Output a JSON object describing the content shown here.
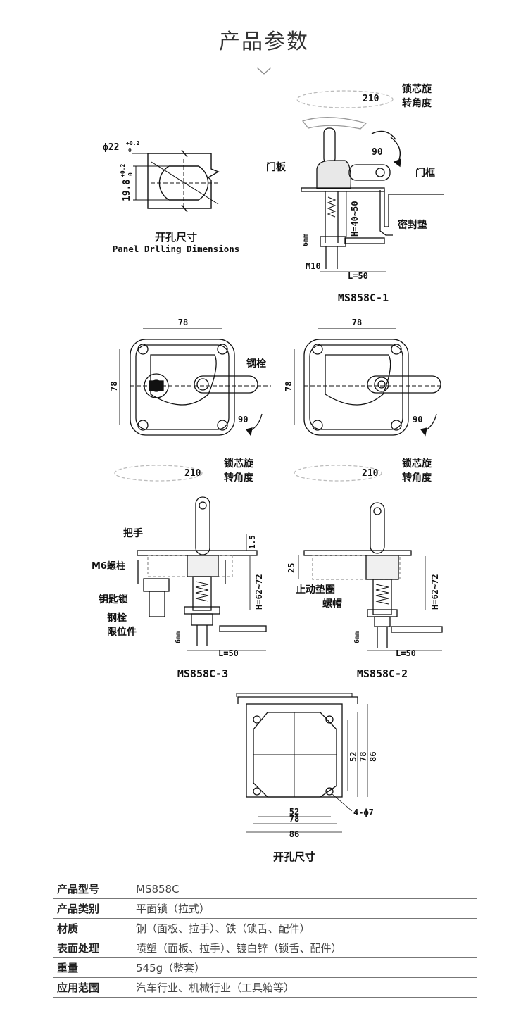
{
  "header": {
    "title": "产品参数"
  },
  "drawing": {
    "panel_drilling": {
      "diameter": "ϕ22",
      "diameter_tol_upper": "+0.2",
      "diameter_tol_lower": "0",
      "flat_width": "19.8",
      "flat_tol_upper": "+0.2",
      "flat_tol_lower": "0",
      "caption_cn": "开孔尺寸",
      "caption_en": "Panel Drlling Dimensions"
    },
    "ms858c_1": {
      "rotation_angle": "210",
      "rotation_label_1": "锁芯旋",
      "rotation_label_2": "转角度",
      "turn_angle": "90",
      "door_panel": "门板",
      "door_frame": "门框",
      "height_range": "H=40~50",
      "seal": "密封垫",
      "thickness": "6mm",
      "thread": "M10",
      "length": "L=50",
      "model": "MS858C-1"
    },
    "front_views": {
      "width": "78",
      "height": "78",
      "steel_bolt": "钢栓",
      "turn_angle": "90"
    },
    "ms858c_3": {
      "rotation_angle": "210",
      "rotation_label_1": "锁芯旋",
      "rotation_label_2": "转角度",
      "handle": "把手",
      "stud": "M6螺柱",
      "key_lock": "钥匙锁",
      "steel_bolt": "钢栓",
      "stopper": "限位件",
      "top_dim": "1.5",
      "height_range": "H=62~72",
      "thickness": "6mm",
      "length": "L=50",
      "model": "MS858C-3"
    },
    "ms858c_2": {
      "rotation_angle": "210",
      "rotation_label_1": "锁芯旋",
      "rotation_label_2": "转角度",
      "depth": "25",
      "washer": "止动垫圈",
      "nut": "螺帽",
      "height_range": "H=62~72",
      "thickness": "6mm",
      "length": "L=50",
      "model": "MS858C-2"
    },
    "cutout": {
      "dim_52": "52",
      "dim_78": "78",
      "dim_86": "86",
      "holes": "4-ϕ7",
      "caption": "开孔尺寸"
    }
  },
  "specs": [
    {
      "key": "产品型号",
      "value": "MS858C"
    },
    {
      "key": "产品类别",
      "value": "平面锁（拉式）"
    },
    {
      "key": "材质",
      "value": "钢（面板、拉手）、铁（锁舌、配件）"
    },
    {
      "key": "表面处理",
      "value": "喷塑（面板、拉手）、镀白锌（锁舌、配件）"
    },
    {
      "key": "重量",
      "value": "545g（整套）"
    },
    {
      "key": "应用范围",
      "value": "汽车行业、机械行业（工具箱等）"
    }
  ]
}
